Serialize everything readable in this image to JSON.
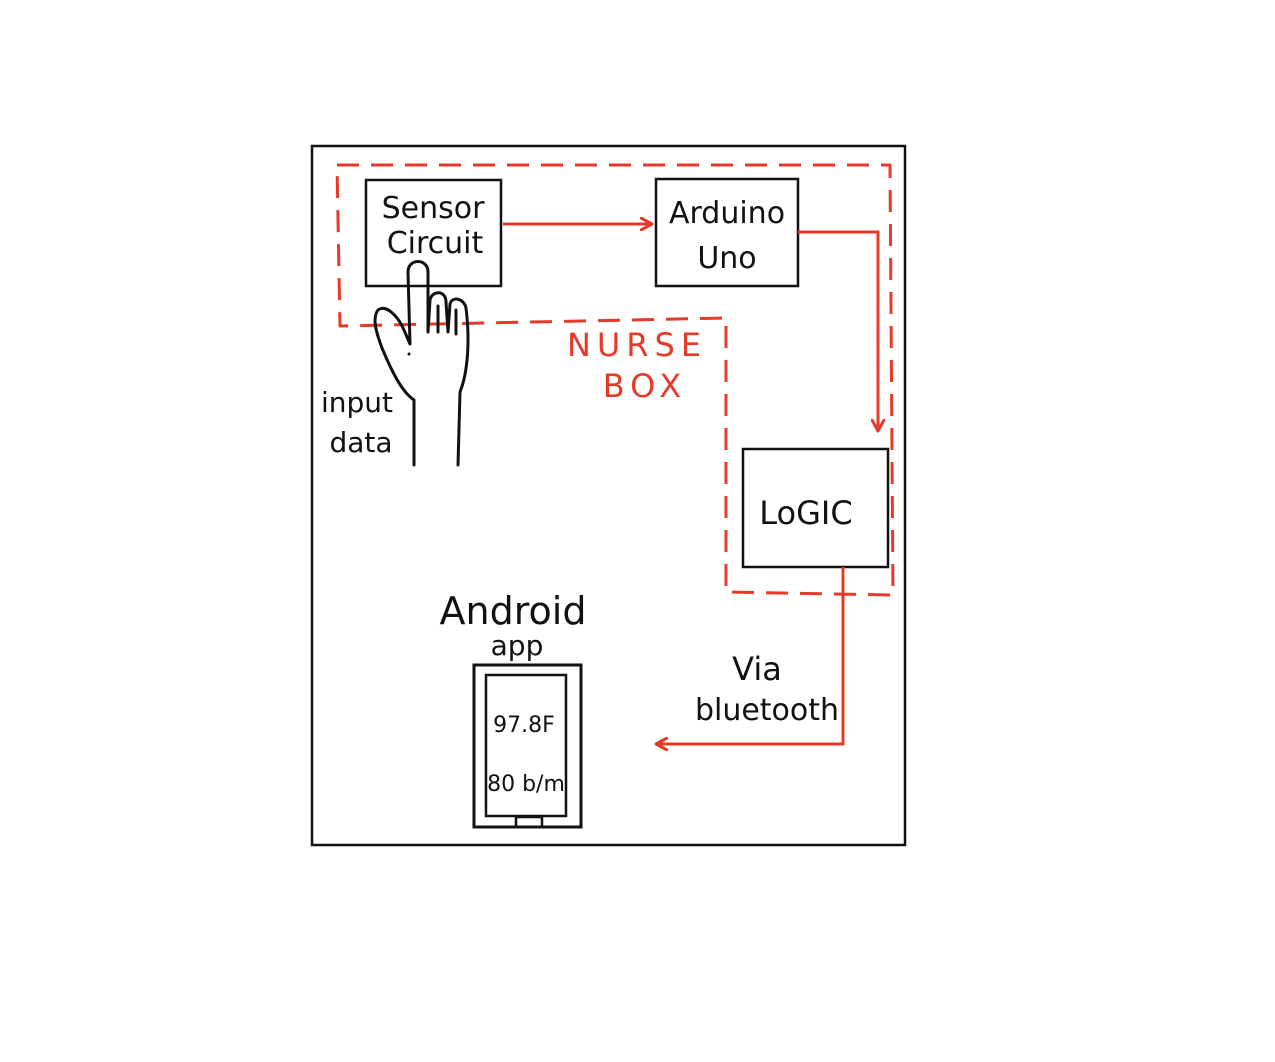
{
  "colors": {
    "ink": "#111111",
    "accent": "#e53a2a",
    "background": "#ffffff"
  },
  "boxes": {
    "sensor_circuit": {
      "line1": "Sensor",
      "line2": "Circuit"
    },
    "arduino_uno": {
      "line1": "Arduino",
      "line2": "Uno"
    },
    "logic": {
      "label": "LoGIC"
    }
  },
  "group": {
    "line1": "NURSE",
    "line2": "BOX"
  },
  "input": {
    "line1": "input",
    "line2": "data",
    "icon": "hand-icon"
  },
  "app": {
    "title_line1": "Android",
    "title_line2": "app",
    "temperature": "97.8F",
    "heart_rate": "80 b/m",
    "icon": "phone-icon"
  },
  "connection": {
    "line1": "Via",
    "line2": "bluetooth"
  }
}
